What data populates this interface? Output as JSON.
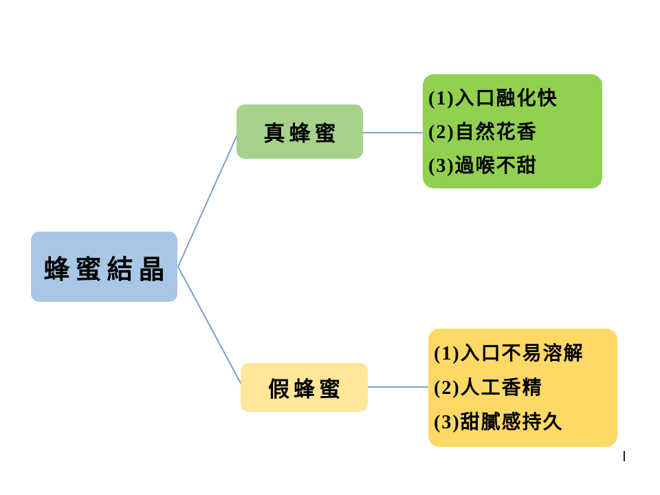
{
  "diagram": {
    "root": {
      "label": "蜂蜜結晶"
    },
    "branches": [
      {
        "node_label": "真蜂蜜",
        "items": [
          "(1)入口融化快",
          "(2)自然花香",
          "(3)過喉不甜"
        ]
      },
      {
        "node_label": "假蜂蜜",
        "items": [
          "(1)入口不易溶解",
          "(2)人工香精",
          "(3)甜膩感持久"
        ]
      }
    ]
  },
  "colors": {
    "background": "#FFFFFF",
    "root_fill": "#A8C7E7",
    "real_node_fill": "#A9D18E",
    "real_detail_fill": "#92D050",
    "fake_node_fill": "#FFE699",
    "fake_detail_fill": "#FFD966",
    "connector": "#7C9FCB",
    "text": "#000000"
  }
}
